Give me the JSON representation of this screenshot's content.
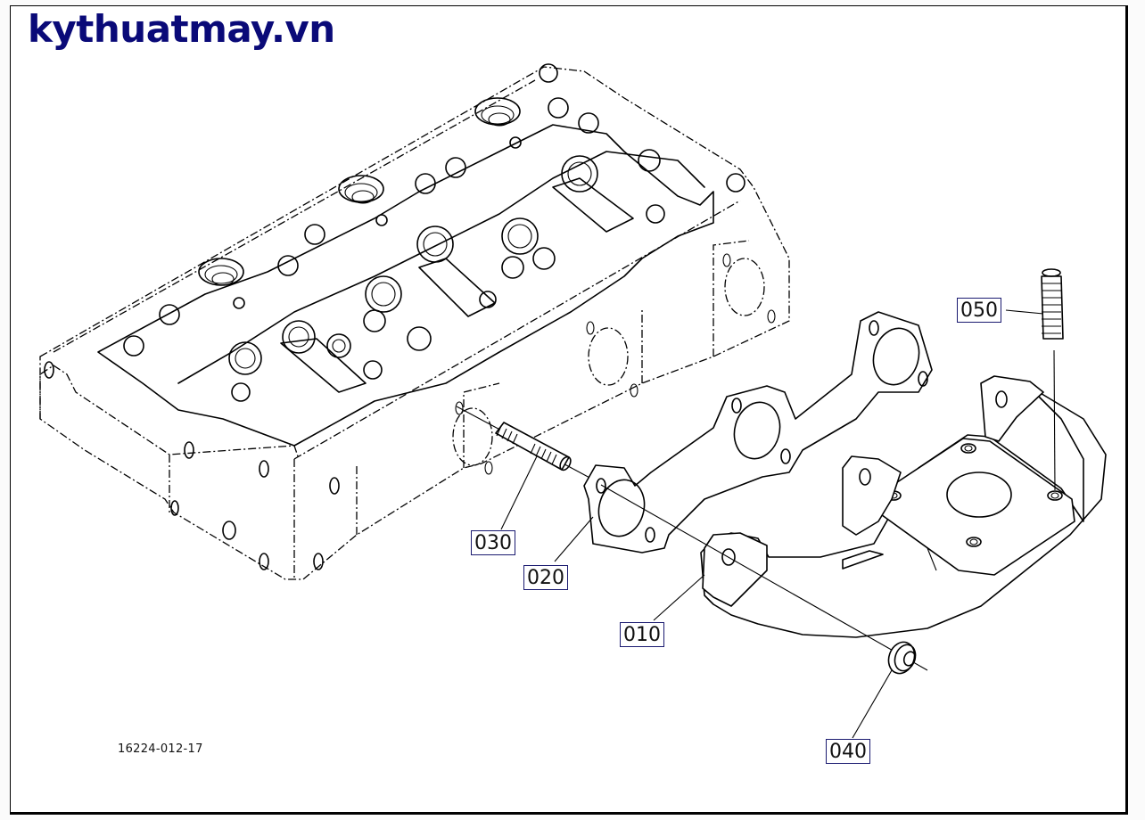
{
  "header": {
    "brand": "kythuatmay.vn",
    "brand_color": "#0a0a78"
  },
  "diagram": {
    "drawing_number": "16224-012-17",
    "callouts": [
      {
        "id": "010",
        "part": "exhaust-manifold"
      },
      {
        "id": "020",
        "part": "manifold-gasket"
      },
      {
        "id": "030",
        "part": "stud-bolt"
      },
      {
        "id": "040",
        "part": "flange-nut"
      },
      {
        "id": "050",
        "part": "stud-bolt-turbo-flange"
      }
    ],
    "callout_border_color": "#1a1a70"
  }
}
